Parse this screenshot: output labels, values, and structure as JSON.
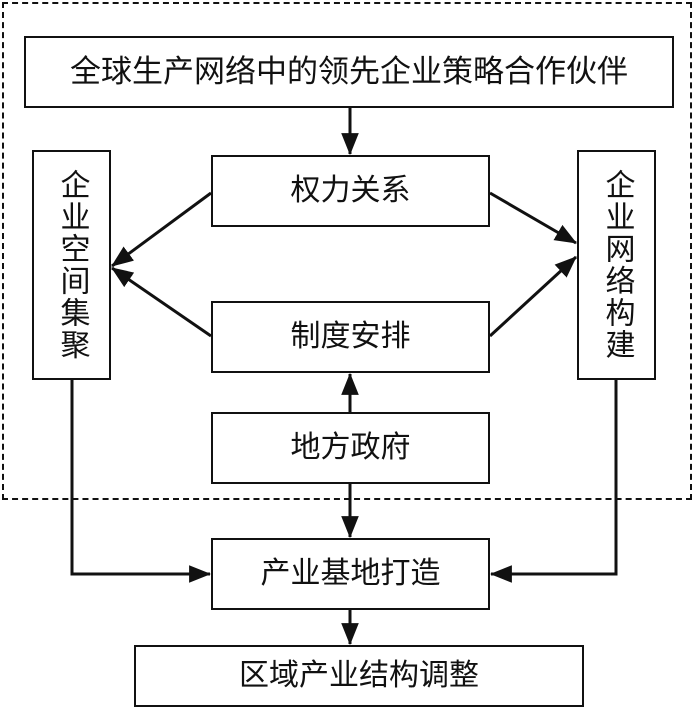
{
  "nodes": {
    "top": "全球生产网络中的领先企业策略合作伙伴",
    "power": "权力关系",
    "institution": "制度安排",
    "government": "地方政府",
    "left": "企业空间集聚",
    "right": "企业网络构建",
    "base": "产业基地打造",
    "adjust": "区域产业结构调整"
  },
  "edges": [
    {
      "from": "top",
      "to": "power"
    },
    {
      "from": "power",
      "to": "left"
    },
    {
      "from": "institution",
      "to": "left"
    },
    {
      "from": "power",
      "to": "right"
    },
    {
      "from": "institution",
      "to": "right"
    },
    {
      "from": "government",
      "to": "institution"
    },
    {
      "from": "government",
      "to": "base"
    },
    {
      "from": "left",
      "to": "base"
    },
    {
      "from": "right",
      "to": "base"
    },
    {
      "from": "base",
      "to": "adjust"
    }
  ],
  "colors": {
    "line": "#111111",
    "background": "#ffffff"
  }
}
